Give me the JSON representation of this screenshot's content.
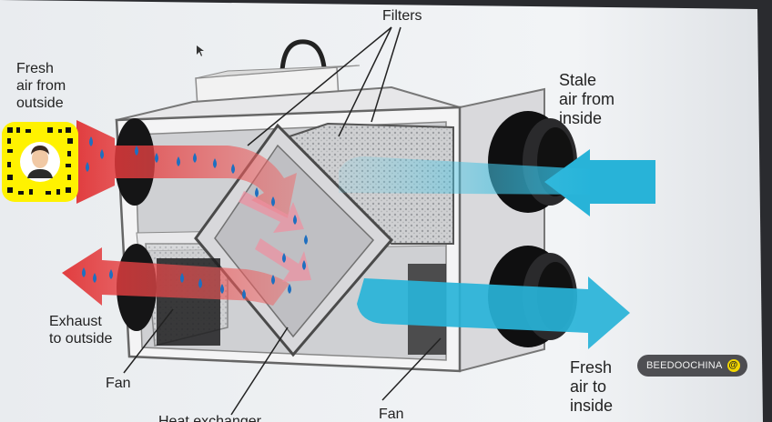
{
  "labels": {
    "filters": "Filters",
    "fresh_air_from_outside": "Fresh\nair from\noutside",
    "stale_air_from_inside": "Stale\nair from\ninside",
    "exhaust_to_outside": "Exhaust\nto outside",
    "fan_left": "Fan",
    "fan_right": "Fan",
    "heat_exchanger": "Heat exchanger",
    "fresh_air_to_inside": "Fresh\nair to\ninside"
  },
  "watermark": {
    "text": "BEEDOOCHINA"
  },
  "colors": {
    "warm_airflow": "#e8383a",
    "cool_airflow": "#2cb6d6",
    "water_drops": "#1e6fc0",
    "housing": "#e4e4e6",
    "screen_background": "#eef0f2",
    "snapcode_yellow": "#fff200"
  },
  "icons": [
    "snapcode-icon",
    "avatar-icon"
  ]
}
